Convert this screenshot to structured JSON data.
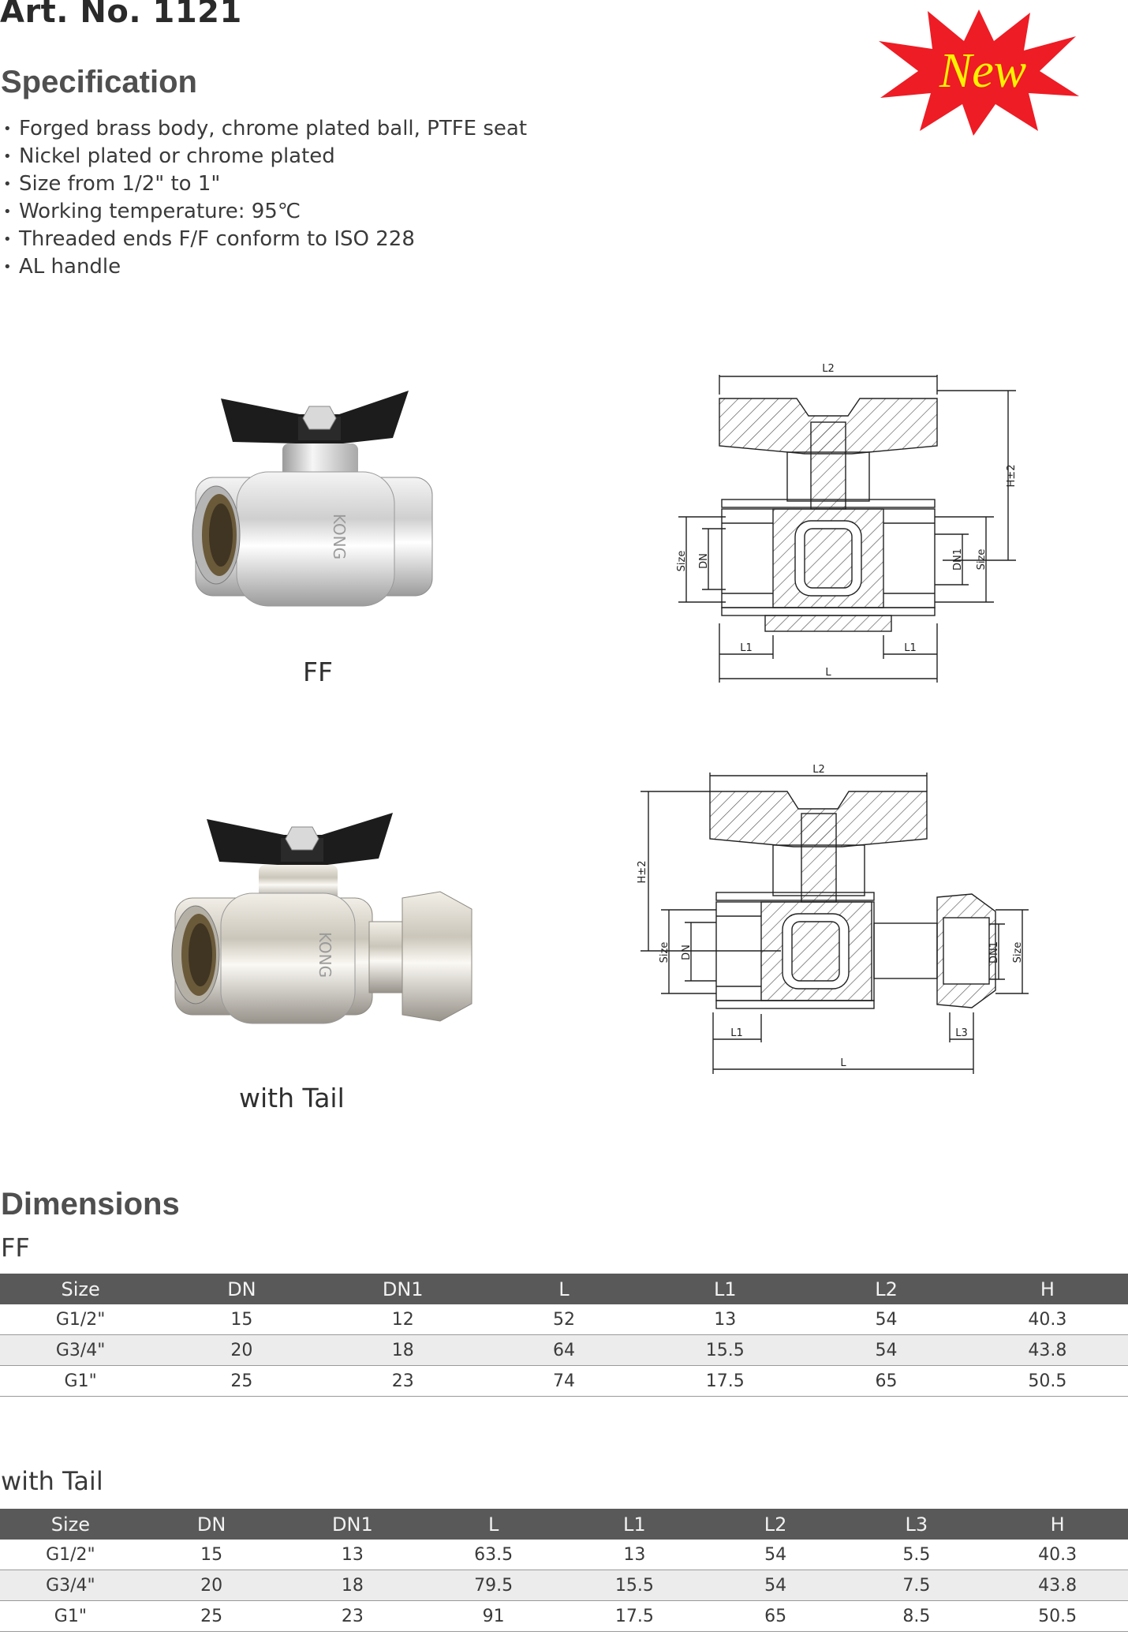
{
  "header": {
    "art_no": "Art. No. 1121",
    "badge_text": "New",
    "badge_color": "#ee1c24",
    "badge_text_color": "#fff200"
  },
  "specification": {
    "title": "Specification",
    "items": [
      "Forged brass body, chrome plated ball, PTFE seat",
      "Nickel plated or chrome plated",
      "Size from 1/2\" to 1\"",
      "Working temperature:  95℃",
      "Threaded ends F/F conform to ISO 228",
      "AL handle"
    ]
  },
  "products": {
    "ff_caption": "FF",
    "tail_caption": "with Tail",
    "body_engraving": "KONG"
  },
  "drawing_labels": {
    "l2": "L2",
    "h": "H±2",
    "size": "Size",
    "dn": "DN",
    "dn1": "DN1",
    "l1": "L1",
    "l": "L",
    "l3": "L3"
  },
  "dimensions": {
    "title": "Dimensions",
    "ff": {
      "title": "FF",
      "headers": [
        "Size",
        "DN",
        "DN1",
        "L",
        "L1",
        "L2",
        "H"
      ],
      "rows": [
        [
          "G1/2\"",
          "15",
          "12",
          "52",
          "13",
          "54",
          "40.3"
        ],
        [
          "G3/4\"",
          "20",
          "18",
          "64",
          "15.5",
          "54",
          "43.8"
        ],
        [
          "G1\"",
          "25",
          "23",
          "74",
          "17.5",
          "65",
          "50.5"
        ]
      ]
    },
    "tail": {
      "title": "with Tail",
      "headers": [
        "Size",
        "DN",
        "DN1",
        "L",
        "L1",
        "L2",
        "L3",
        "H"
      ],
      "rows": [
        [
          "G1/2\"",
          "15",
          "13",
          "63.5",
          "13",
          "54",
          "5.5",
          "40.3"
        ],
        [
          "G3/4\"",
          "20",
          "18",
          "79.5",
          "15.5",
          "54",
          "7.5",
          "43.8"
        ],
        [
          "G1\"",
          "25",
          "23",
          "91",
          "17.5",
          "65",
          "8.5",
          "50.5"
        ]
      ]
    }
  }
}
